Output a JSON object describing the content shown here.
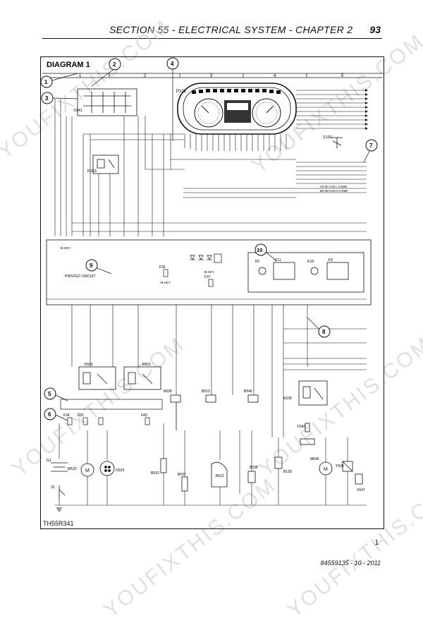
{
  "header": {
    "title": "SECTION 55 - ELECTRICAL SYSTEM - CHAPTER 2",
    "page_number": "93"
  },
  "diagram": {
    "title": "DIAGRAM 1",
    "grid_columns": [
      "1",
      "2",
      "3",
      "4",
      "5"
    ],
    "callouts": [
      "1",
      "2",
      "3",
      "4",
      "5",
      "6",
      "7",
      "8",
      "9",
      "10"
    ],
    "components": {
      "p101": "P101",
      "s141": "S141",
      "k153": "K153",
      "printed_circuit": "PRINTED CIRCUIT",
      "f36": "F36",
      "f37": "F37",
      "k6": "K6",
      "k11": "K11",
      "k18": "K18",
      "k5": "K5",
      "k530": "K530",
      "k531": "K531",
      "f34": "F34",
      "f35": "F35",
      "f40": "F40",
      "b638": "B638",
      "b513": "B513",
      "b546": "B546",
      "k639": "K639",
      "f640": "F640",
      "s192": "S192",
      "g1": "G1",
      "m520": "M520",
      "g529": "G529",
      "s1": "S1",
      "b533": "B533",
      "b537": "B537",
      "b512": "B512",
      "b538": "B538",
      "b130": "B130",
      "m646": "M646",
      "y536": "Y536",
      "x647": "X647"
    },
    "can_labels": [
      "V0.35 CAN L CANBI",
      "B0.35 CAN H CANBI"
    ],
    "key_labels": [
      "+B KEY",
      "+B KEY",
      "+B KEY"
    ]
  },
  "footer": {
    "figure_code": "TH55R341",
    "note_number": "1",
    "document_code": "84559135 - 10 - 2011"
  },
  "watermark_text": "YOUFIXTHIS.COM"
}
